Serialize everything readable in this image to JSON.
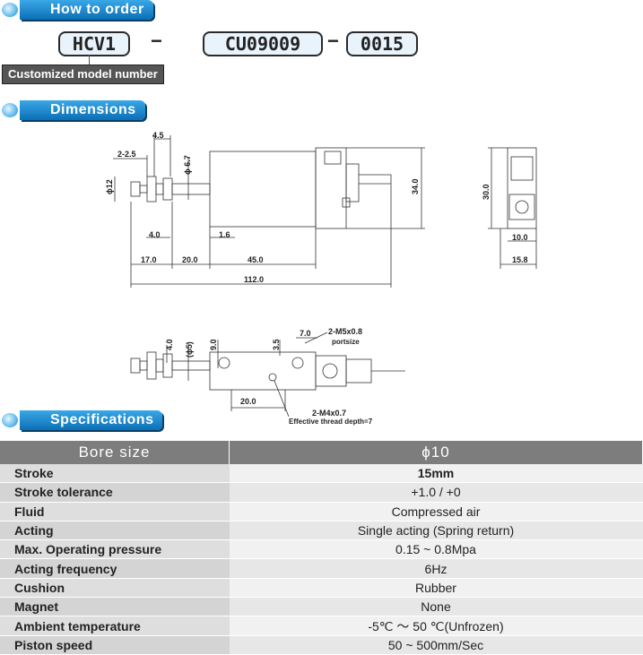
{
  "sections": {
    "how_to_order": "How to order",
    "dimensions": "Dimensions",
    "specifications": "Specifications"
  },
  "order": {
    "code_1": "HCV1",
    "code_2": "CU09009",
    "code_3": "0015",
    "separator": "−",
    "label": "Customized model number"
  },
  "dimensions": {
    "top_view": {
      "d1": "4.5",
      "d2": "2-2.5",
      "d3": "ϕ 6.7",
      "d4": "ϕ12",
      "d5": "4.0",
      "d6": "1.6",
      "d7": "17.0",
      "d8": "20.0",
      "d9": "45.0",
      "d10": "112.0",
      "d11": "34.0"
    },
    "side_view": {
      "d1": "30.0",
      "d2": "10.0",
      "d3": "15.8"
    },
    "bottom_view": {
      "d1": "4.0",
      "d2": "(ϕ5)",
      "d3": "9.0",
      "d4": "3.5",
      "d5": "7.0",
      "port_label": "2-M5x0.8",
      "port_sub": "portsize",
      "d6": "20.0",
      "thread_label": "2-M4x0.7",
      "thread_sub": "Effective thread depth=7"
    }
  },
  "specs": {
    "header_key": "Bore size",
    "header_value": "ϕ10",
    "rows": [
      {
        "key": "Stroke",
        "value": "15mm"
      },
      {
        "key": "Stroke tolerance",
        "value": "+1.0 / +0"
      },
      {
        "key": "Fluid",
        "value": "Compressed air"
      },
      {
        "key": "Acting",
        "value": "Single acting (Spring return)"
      },
      {
        "key": "Max. Operating pressure",
        "value": "0.15 ~ 0.8Mpa"
      },
      {
        "key": "Acting frequency",
        "value": "6Hz"
      },
      {
        "key": "Cushion",
        "value": "Rubber"
      },
      {
        "key": "Magnet",
        "value": "None"
      },
      {
        "key": "Ambient temperature",
        "value": "-5℃ ～ 50 ℃(Unfrozen)"
      },
      {
        "key": "Piston speed",
        "value": "50 ~ 500mm/Sec"
      }
    ]
  }
}
